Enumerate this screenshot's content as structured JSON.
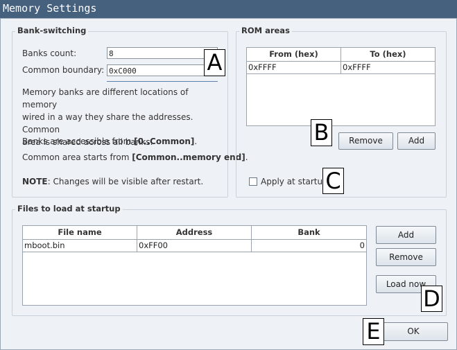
{
  "window": {
    "title": "Memory Settings"
  },
  "bank_switching": {
    "title": "Bank-switching",
    "banks_count_label": "Banks count:",
    "banks_count_value": "8",
    "common_boundary_label": "Common boundary:",
    "common_boundary_value": "0xC000",
    "desc_line1": "Memory banks are different locations of memory",
    "desc_line2": "wired in a way they share the addresses. Common",
    "desc_line3": "area is shared across all banks.",
    "access_prefix": "Banks are accessible from ",
    "access_bold": "[0..Common]",
    "access_suffix": ".",
    "common_prefix": "Common area starts from ",
    "common_bold": "[Common..memory end]",
    "common_suffix": ".",
    "note_bold": "NOTE",
    "note_text": ": Changes will be visible after restart."
  },
  "rom_areas": {
    "title": "ROM areas",
    "columns": [
      "From (hex)",
      "To (hex)"
    ],
    "rows": [
      [
        "0xFFFF",
        "0xFFFF"
      ]
    ],
    "remove_label": "Remove",
    "add_label": "Add",
    "apply_label": "Apply at startup"
  },
  "files": {
    "title": "Files to load at startup",
    "columns": [
      "File name",
      "Address",
      "Bank"
    ],
    "rows": [
      [
        "mboot.bin",
        "0xFF00",
        "0"
      ]
    ],
    "add_label": "Add",
    "remove_label": "Remove",
    "load_now_label": "Load now"
  },
  "ok_label": "OK",
  "markers": {
    "a": "A",
    "b": "B",
    "c": "C",
    "d": "D",
    "e": "E"
  }
}
